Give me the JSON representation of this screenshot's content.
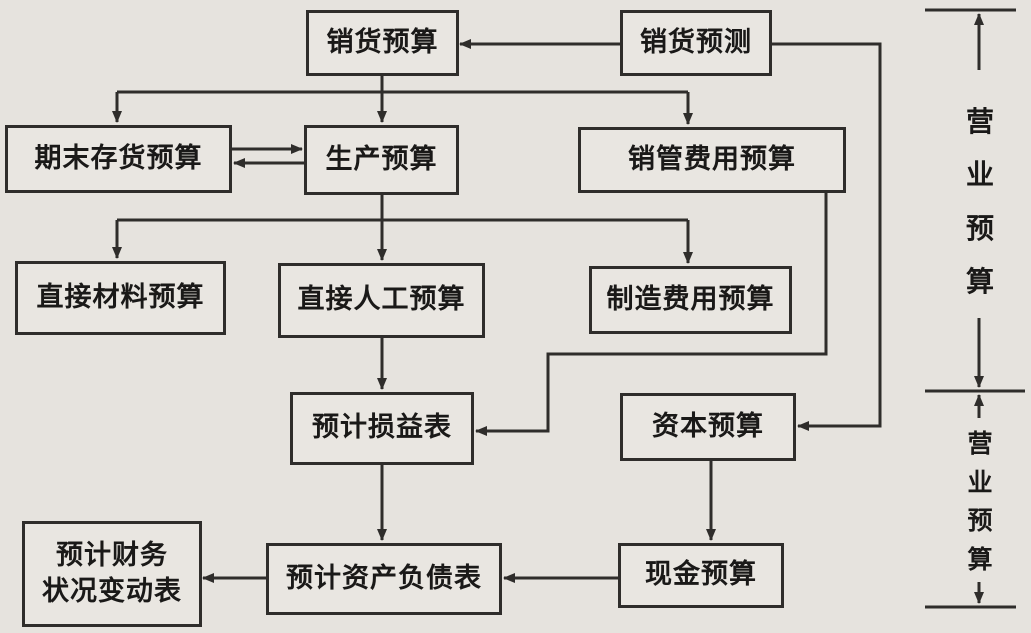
{
  "nodes": {
    "sales_budget": "销货预算",
    "sales_forecast": "销货预测",
    "ending_inventory_budget": "期末存货预算",
    "production_budget": "生产预算",
    "selling_admin_budget": "销管费用预算",
    "direct_materials_budget": "直接材料预算",
    "direct_labor_budget": "直接人工预算",
    "overhead_budget": "制造费用预算",
    "projected_income_statement": "预计损益表",
    "capital_budget": "资本预算",
    "cash_budget": "现金预算",
    "projected_balance_sheet": "预计资产负债表",
    "projected_changes_line1": "预计财务",
    "projected_changes_line2": "状况变动表"
  },
  "side_labels": {
    "upper": [
      "营",
      "业",
      "预",
      "算"
    ],
    "lower": [
      "营",
      "业",
      "预",
      "算"
    ]
  },
  "colors": {
    "line": "#2f2d2b",
    "background": "#e6e3de",
    "box_fill": "#e9e6e1",
    "text": "#1a1918"
  }
}
